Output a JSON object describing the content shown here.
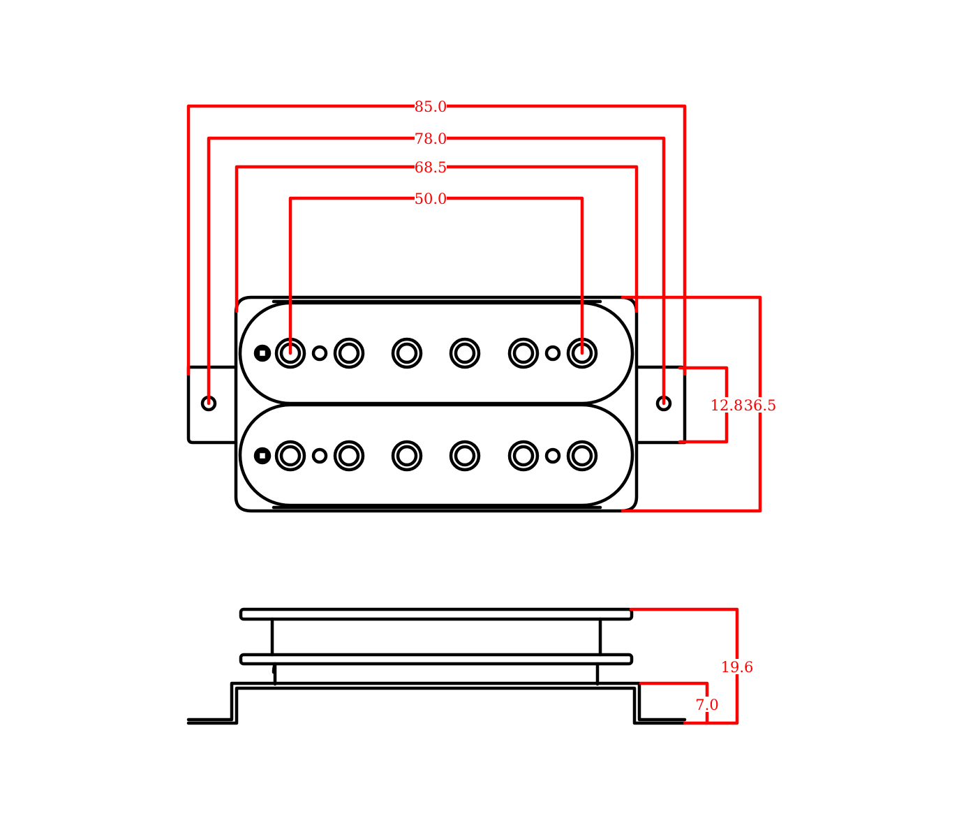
{
  "colors": {
    "outline": "#000000",
    "dimension": "#ff0000",
    "background": "#ffffff"
  },
  "dimensions": {
    "overall_mount_width": "85.0",
    "mount_hole_spacing": "78.0",
    "cover_width": "68.5",
    "pole_spacing": "50.0",
    "mount_tab_width": "12.8",
    "cover_length": "36.5",
    "total_height": "19.6",
    "base_height": "7.0"
  }
}
